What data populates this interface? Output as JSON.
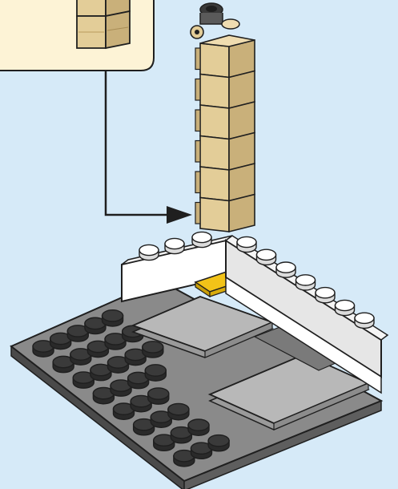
{
  "figure": {
    "kind": "lego-building-instruction-step",
    "callout": {
      "present": true,
      "shows": "tan-2x1-brick-column-detail"
    },
    "arrow": {
      "direction": "points-to-column-base"
    },
    "parts": [
      {
        "name": "tan-brick-column",
        "bricks": 6,
        "color": "tan"
      },
      {
        "name": "clip-piece",
        "color": "dark-grey"
      },
      {
        "name": "white-brick-back-left",
        "color": "white"
      },
      {
        "name": "white-brick-right",
        "color": "white"
      },
      {
        "name": "yellow-tile",
        "color": "yellow"
      },
      {
        "name": "grey-tile-top",
        "color": "light-grey"
      },
      {
        "name": "grey-tile-bottom",
        "color": "light-grey"
      },
      {
        "name": "dark-grey-baseplate",
        "color": "dark-grey"
      }
    ]
  },
  "colors": {
    "background": "#d6eaf8",
    "callout": "#fdf3d6",
    "tan_front": "#e3cd98",
    "tan_side": "#c9b07a",
    "tan_top": "#efdcb0",
    "white_brick": "#ffffff",
    "white_side": "#e6e6e6",
    "yellow": "#f2c318",
    "light_grey": "#b4b4b4",
    "baseplate_top": "#8a8a8a",
    "baseplate_side": "#5e5e5e",
    "stud_dark": "#3a3a3a",
    "outline": "#1f1f1f"
  }
}
